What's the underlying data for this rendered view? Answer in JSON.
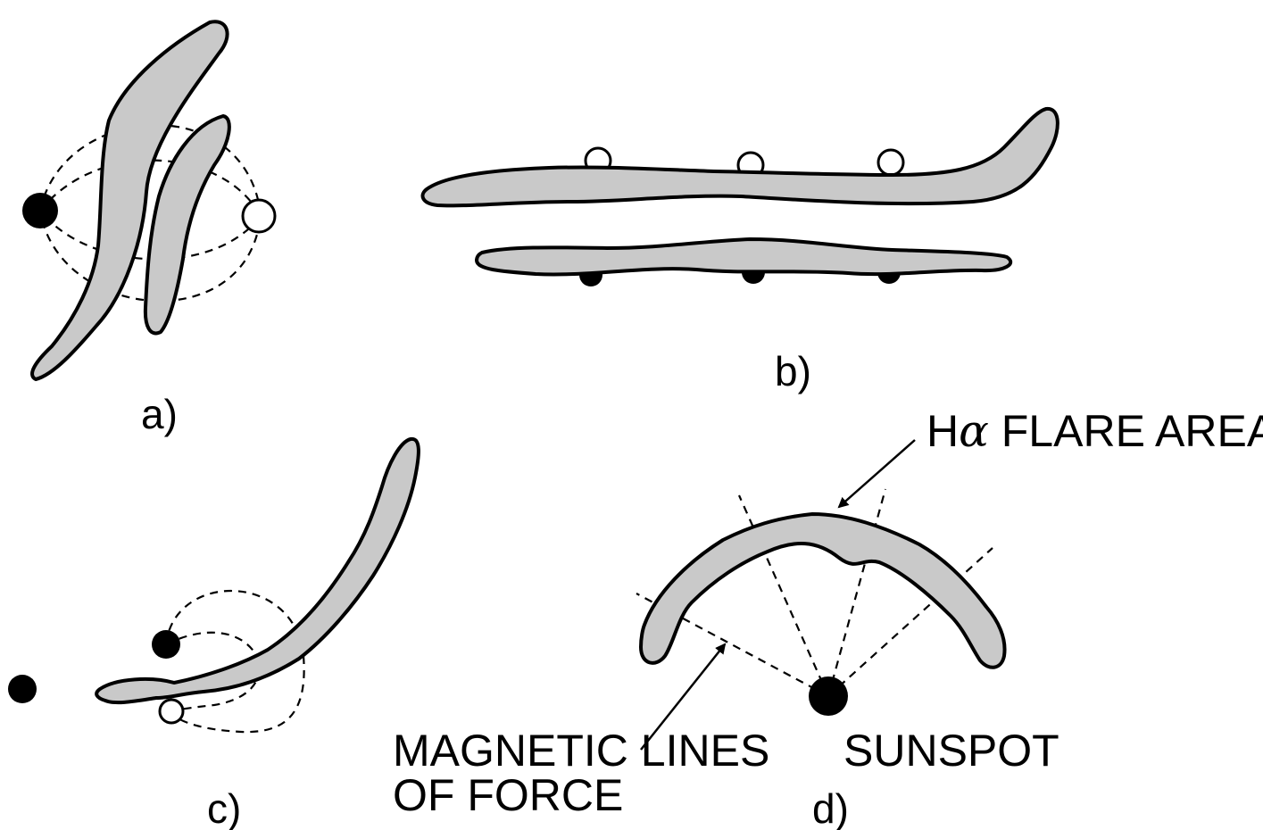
{
  "panels": {
    "a": {
      "label": "a)"
    },
    "b": {
      "label": "b)"
    },
    "c": {
      "label": "c)"
    },
    "d": {
      "label": "d)"
    }
  },
  "annotations": {
    "flare_area_prefix": "H",
    "flare_area_alpha": "α",
    "flare_area_suffix": " FLARE AREA",
    "magnetic_lines_line1": "MAGNETIC LINES",
    "magnetic_lines_line2": "OF FORCE",
    "sunspot": "SUNSPOT"
  },
  "colors": {
    "flare_fill": "#c9c9c9",
    "outline": "#000000",
    "positive_polarity": "#ffffff",
    "negative_polarity": "#000000"
  }
}
